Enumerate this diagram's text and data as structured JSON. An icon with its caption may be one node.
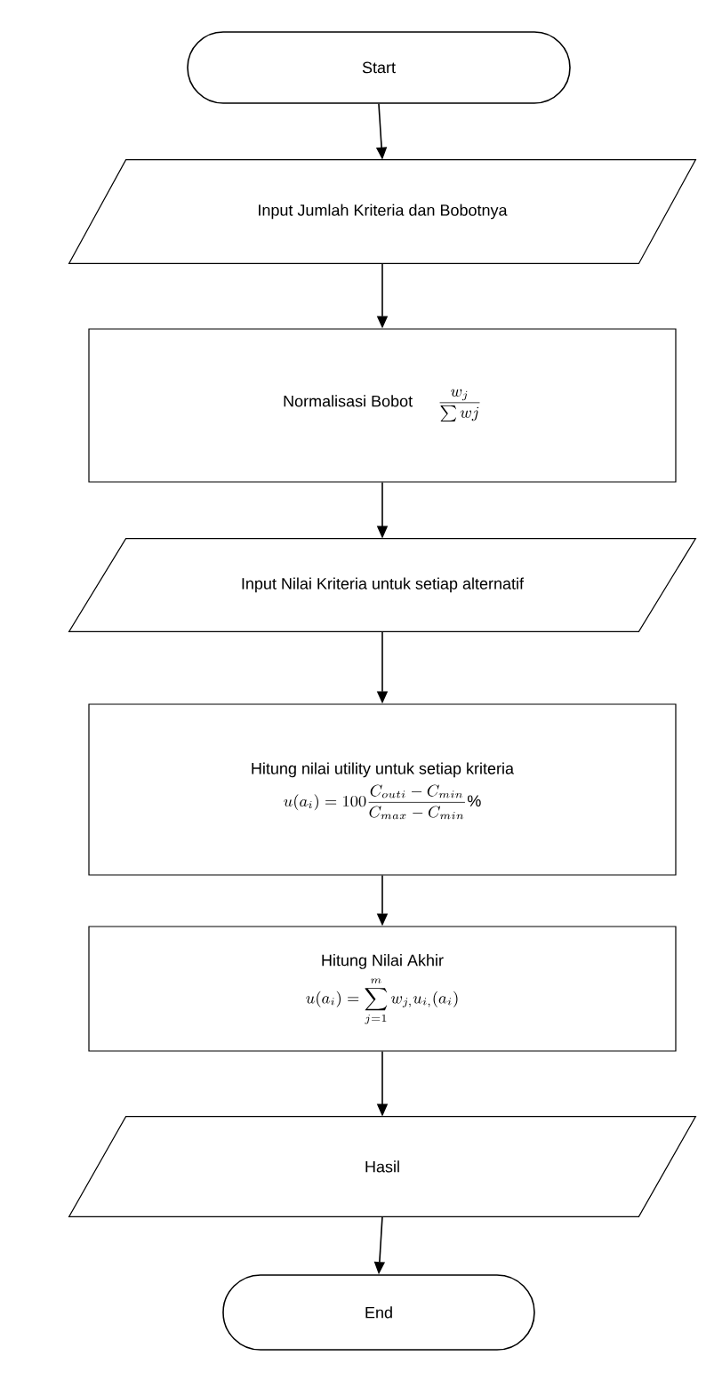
{
  "diagram": {
    "nodes": [
      {
        "text": [
          "Start"
        ]
      },
      {
        "text": [
          "Input Jumlah Kriteria dan Bobotnya"
        ]
      },
      {
        "text": [
          "Normalisasi Bobot",
          "\\frac{w_j}{\\sum wj}"
        ]
      },
      {
        "text": [
          "Input Nilai Kriteria untuk setiap alternatif"
        ]
      },
      {
        "text": [
          "Hitung nilai utility untuk setiap kriteria",
          "u(a_i) = 100\\frac{C_{outi}-C_{min}}{C_{max}-C_{min}}\\%"
        ]
      },
      {
        "text": [
          "Hitung Nilai Akhir",
          "u(a_i) = \\sum_{j=1}^{m} w_{j,} u_{i,} (a_i)"
        ]
      },
      {
        "text": [
          "Hasil"
        ]
      },
      {
        "text": [
          "End"
        ]
      }
    ],
    "edges": [
      {
        "from": 0,
        "to": 1,
        "arrow": "to"
      },
      {
        "from": 1,
        "to": 2,
        "arrow": "to"
      },
      {
        "from": 2,
        "to": 3,
        "arrow": "to"
      },
      {
        "from": 3,
        "to": 4,
        "arrow": "to"
      },
      {
        "from": 4,
        "to": 5,
        "arrow": "to"
      },
      {
        "from": 5,
        "to": 6,
        "arrow": "to"
      },
      {
        "from": 6,
        "to": 7,
        "arrow": "to"
      }
    ]
  }
}
